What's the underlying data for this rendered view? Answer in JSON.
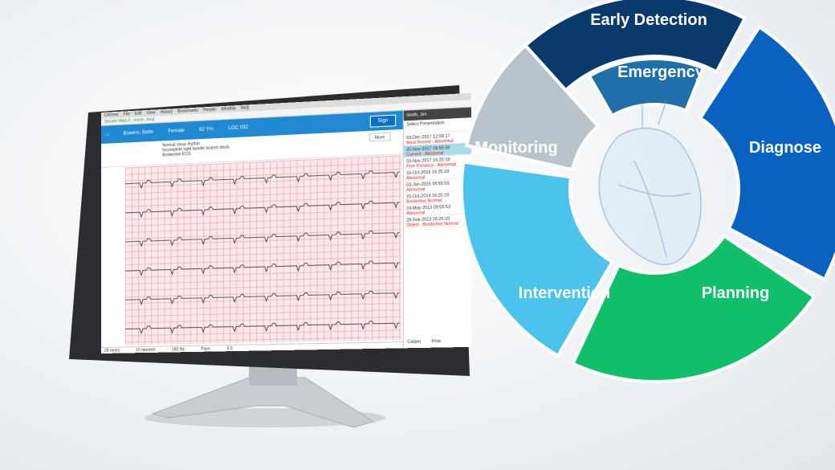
{
  "diagram": {
    "segments": [
      {
        "label": "Early Detection",
        "color": "#0a3a6b"
      },
      {
        "label": "Emergency",
        "color": "#1f6fa8"
      },
      {
        "label": "Diagnose",
        "color": "#0a62c0"
      },
      {
        "label": "Planning",
        "color": "#0fbf6a"
      },
      {
        "label": "Intervention",
        "color": "#4cc3ea"
      },
      {
        "label": "Monitoring",
        "color": "#b9c3cc"
      }
    ]
  },
  "app": {
    "menu": [
      "Chrome",
      "File",
      "Edit",
      "View",
      "History",
      "Bookmarks",
      "People",
      "Window",
      "Help"
    ],
    "url": "Secure https://...muse.../ecg",
    "patient": {
      "name": "Bowers, Bette",
      "gender": "Female",
      "age": "82 Yrs",
      "location": "LOC 032"
    },
    "sign_label": "Sign",
    "more_label": "More",
    "interpretation": [
      "Normal sinus rhythm",
      "Incomplete right bundle branch block",
      "Borderline ECG"
    ],
    "user": "Smith, Jim",
    "panel_title": "Select Presentation",
    "records": [
      {
        "date": "03-Dec-2017 12:09:17",
        "status": "Most Recent - Abnormal"
      },
      {
        "date": "20-Nov-2017 09:55:55",
        "status": "Current - Abnormal"
      },
      {
        "date": "03-Nov-2017 16:25:19",
        "status": "Prev Previous - Abnormal"
      },
      {
        "date": "15-Oct-2016 16:25:19",
        "status": "Abnormal"
      },
      {
        "date": "03-Jun-2015 09:55:53",
        "status": "Abnormal"
      },
      {
        "date": "15-Oct-2014 16:25:19",
        "status": "Borderline Normal"
      },
      {
        "date": "24-May-2013 09:55:53",
        "status": "Abnormal"
      },
      {
        "date": "28-Feb-2013 16:25:19",
        "status": "Oldest - Borderline Normal"
      }
    ],
    "footer": [
      "25 mm/s",
      "10 mm/mV",
      "150 Hz",
      "Pace",
      "0.5"
    ],
    "tools": [
      "Caliper",
      "Print"
    ]
  }
}
